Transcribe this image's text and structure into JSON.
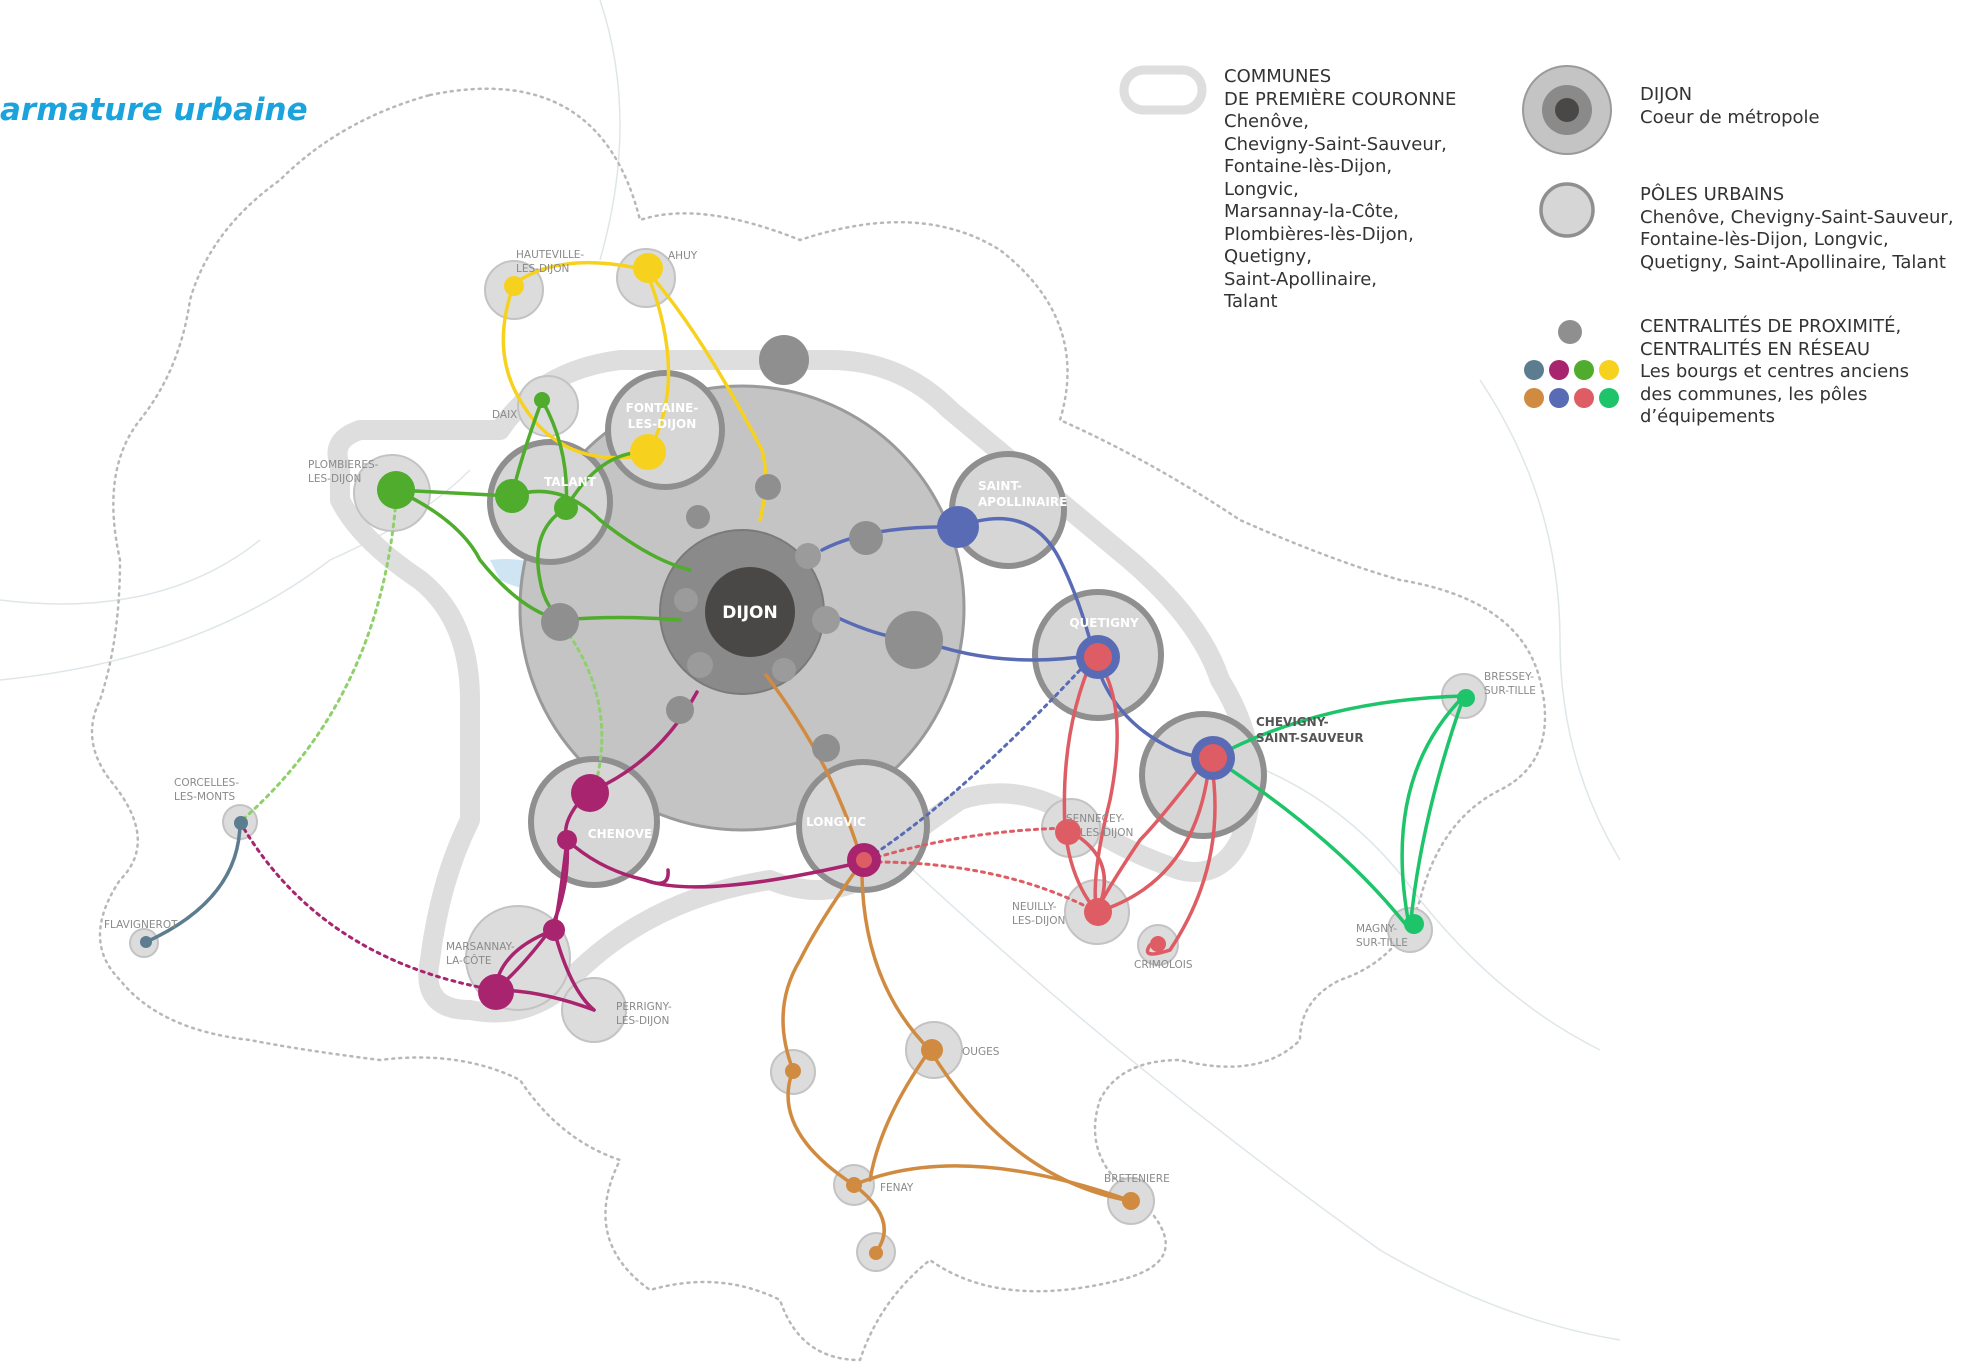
{
  "title": "armature urbaine",
  "legend": {
    "premiere_couronne": {
      "heading": [
        "COMMUNES",
        "DE PREMIÈRE COURONNE"
      ],
      "communes": [
        "Chenôve,",
        "Chevigny-Saint-Sauveur,",
        "Fontaine-lès-Dijon,",
        "Longvic,",
        "Marsannay-la-Côte,",
        "Plombières-lès-Dijon,",
        "Quetigny,",
        "Saint-Apollinaire,",
        "Talant"
      ]
    },
    "dijon": {
      "heading": "DIJON",
      "text": "Coeur de métropole"
    },
    "poles": {
      "heading": "PÔLES URBAINS",
      "lines": [
        "Chenôve, Chevigny-Saint-Sauveur,",
        "Fontaine-lès-Dijon, Longvic,",
        "Quetigny, Saint-Apollinaire, Talant"
      ]
    },
    "centralites": {
      "lines": [
        "CENTRALITÉS DE PROXIMITÉ,",
        "CENTRALITÉS EN RÉSEAU",
        "Les bourgs et centres anciens",
        "des communes, les pôles",
        "d’équipements"
      ]
    }
  },
  "colors": {
    "title": "#1aa3dd",
    "network": [
      "#5b7d8f",
      "#a8246e",
      "#4fac2c",
      "#f6d21f",
      "#d08b41",
      "#5a6bb5",
      "#de5c63",
      "#1ec46a"
    ],
    "grey_node": "#8f8f8f"
  },
  "map_labels": {
    "dijon": "DIJON",
    "talant": "TALANT",
    "fontaine": [
      "FONTAINE-",
      "LES-DIJON"
    ],
    "saint_apollinaire": [
      "SAINT-",
      "APOLLINAIRE"
    ],
    "quetigny": "QUETIGNY",
    "chevigny": [
      "CHEVIGNY-",
      "SAINT-SAUVEUR"
    ],
    "chenove": "CHENOVE",
    "longvic": "LONGVIC",
    "hauteville": [
      "HAUTEVILLE-",
      "LES-DIJON"
    ],
    "ahuy": "AHUY",
    "daix": "DAIX",
    "plombieres": [
      "PLOMBIERES-",
      "LES-DIJON"
    ],
    "corcelles": [
      "CORCELLES-",
      "LES-MONTS"
    ],
    "flavignerot": "FLAVIGNEROT",
    "marsannay": [
      "MARSANNAY-",
      "LA-CÔTE"
    ],
    "perrigny": [
      "PERRIGNY-",
      "LES-DIJON"
    ],
    "ouges": "OUGES",
    "fenay": "FENAY",
    "bretenieres": "BRETENIERE",
    "sennecey": [
      "SENNECEY-",
      "LES-DIJON"
    ],
    "neuilly": [
      "NEUILLY-",
      "LES-DIJON"
    ],
    "crimolois": "CRIMOLOIS",
    "bressey": [
      "BRESSEY-",
      "SUR-TILLE"
    ],
    "magny": [
      "MAGNY-",
      "SUR-TILLE"
    ]
  }
}
